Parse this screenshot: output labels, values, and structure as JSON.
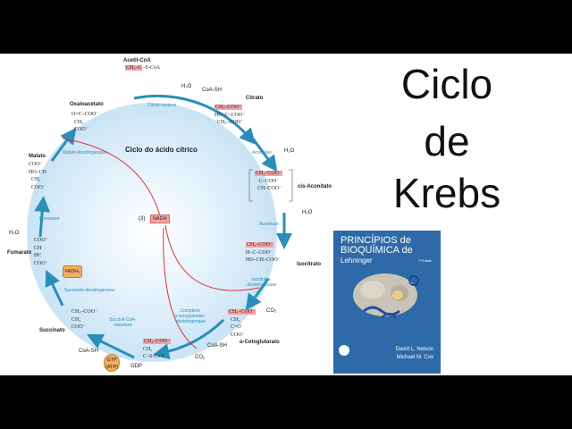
{
  "title": [
    "Ciclo",
    "de",
    "Krebs"
  ],
  "diagram": {
    "center_title": "Ciclo do ácido cítrico",
    "compounds": {
      "acetil": "Acetil-CoA",
      "citrato": "Citrato",
      "cis_aconitato": "cis-Aconitato",
      "isocitrato": "Isocitrato",
      "cetoglutarato": "α-Cetoglutarato",
      "succinato": "Succinato",
      "fumarato": "Fumarato",
      "malato": "Malato",
      "oxaloacetato": "Oxaloacetato"
    },
    "enzymes": {
      "citrato_sintase": "Citrato-sintase",
      "aconitase1": "Aconitase",
      "aconitase2": "Aconitase",
      "isocitrato_desid": [
        "Isocitrato-",
        "-desidrogenase"
      ],
      "complexo": [
        "Complexo",
        "α-cetoglutarato-",
        "-desidrogenase"
      ],
      "succinil": [
        "Succinil-CoA-",
        "-sintetase"
      ],
      "succinato_desid": "Succinato-desidrogenase",
      "fumarase": "Fumarase",
      "malato_desid": "Malato-desidrogenase"
    },
    "small": {
      "h2o_1": "H₂O",
      "coash_1": "CoA-SH",
      "h2o_2": "H₂O",
      "h2o_3": "H₂O",
      "co2_1": "CO₂",
      "coash_2": "CoA-SH",
      "co2_2": "CO₂",
      "coash_3": "CoA-SH",
      "gdp": "GDP",
      "h2o_4": "H₂O"
    },
    "cofactors": {
      "nadh": "NADH",
      "nadh_count": "(3)",
      "fadh2": "FADH₂",
      "gtp": "GTP",
      "atp": "(ATP)"
    }
  },
  "book": {
    "title_lines": [
      "PRINCÍPIOS de",
      "BIOQUÍMICA de",
      "Lehninger"
    ],
    "edition": "7ª Edição",
    "authors": [
      "David L. Nelson",
      "Michael M. Cox"
    ]
  }
}
